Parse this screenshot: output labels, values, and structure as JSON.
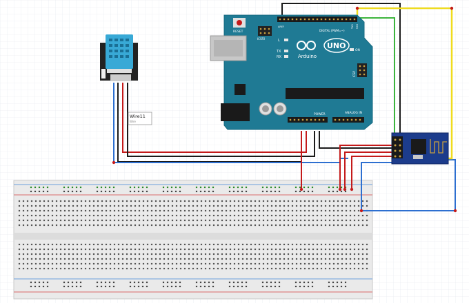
{
  "arduino": {
    "reset_label": "RESET",
    "icsp2_label": "ICSP2",
    "icsp_label": "ICSP",
    "aref_label": "AREF",
    "digital_label": "DIGITAL (PWM=~)",
    "tx_label": "TX",
    "rx_label": "RX",
    "l_label": "L",
    "on_label": "ON",
    "brand_label": "Arduino",
    "uno_label": "UNO",
    "power_label": "POWER",
    "analog_label": "ANALOG IN",
    "txd_label": "TX0",
    "rxd_label": "RX0"
  },
  "wire_label": {
    "name": "Wire11",
    "sub": "Wire"
  },
  "colors": {
    "arduino_board": "#1f7a94",
    "wire_red": "#c41a1a",
    "wire_black": "#1a1a1a",
    "wire_blue": "#2d6fd0",
    "wire_yellow": "#f0dc1e",
    "wire_green": "#3cb43c",
    "sensor_blue": "#38a9d6",
    "esp_board": "#1c3c8c",
    "breadboard": "#e8e8e8",
    "grid": "#dfe3ea"
  }
}
